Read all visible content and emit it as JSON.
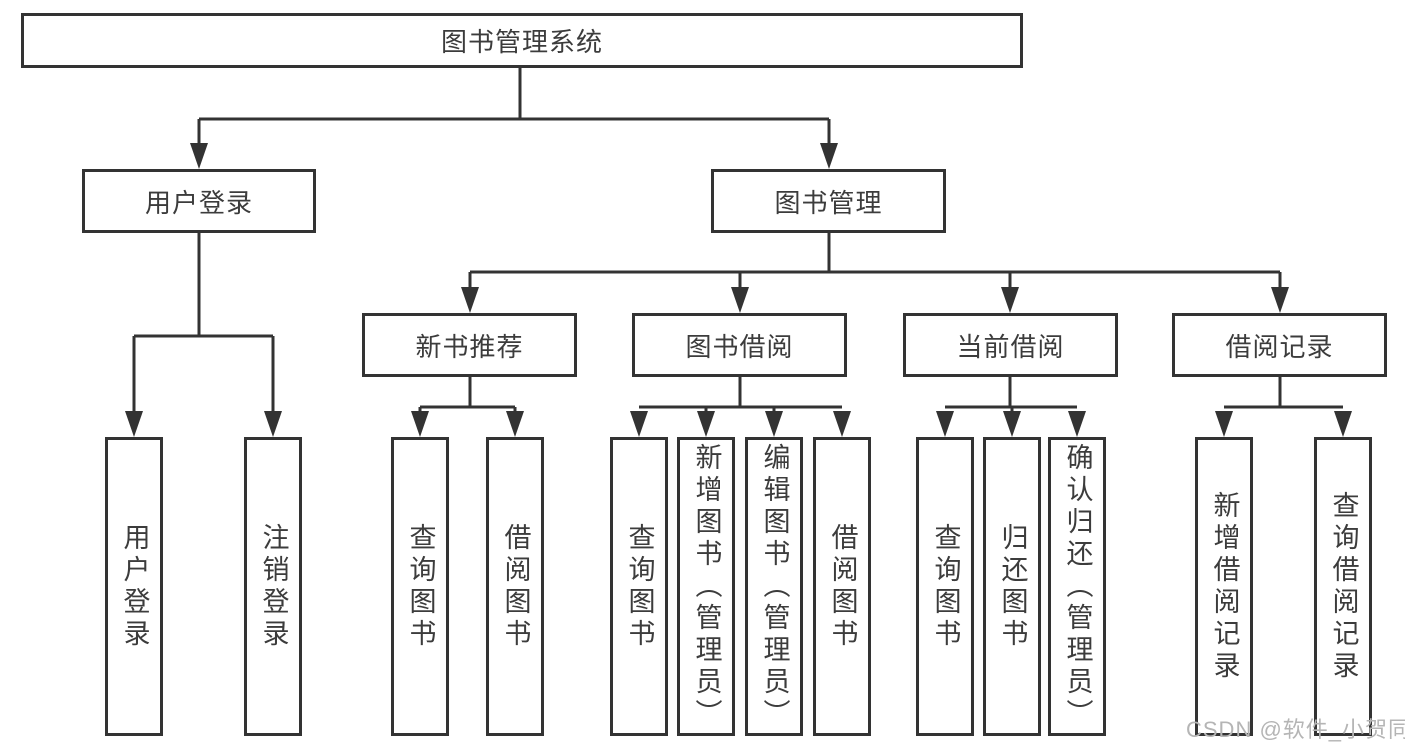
{
  "diagram": {
    "root": {
      "label": "图书管理系统",
      "children": [
        {
          "label": "用户登录",
          "children": [
            {
              "label": "用户登录"
            },
            {
              "label": "注销登录"
            }
          ]
        },
        {
          "label": "图书管理",
          "children": [
            {
              "label": "新书推荐",
              "children": [
                {
                  "label": "查询图书"
                },
                {
                  "label": "借阅图书"
                }
              ]
            },
            {
              "label": "图书借阅",
              "children": [
                {
                  "label": "查询图书"
                },
                {
                  "label": "新增图书（管理员）"
                },
                {
                  "label": "编辑图书（管理员）"
                },
                {
                  "label": "借阅图书"
                }
              ]
            },
            {
              "label": "当前借阅",
              "children": [
                {
                  "label": "查询图书"
                },
                {
                  "label": "归还图书"
                },
                {
                  "label": "确认归还（管理员）"
                }
              ]
            },
            {
              "label": "借阅记录",
              "children": [
                {
                  "label": "新增借阅记录"
                },
                {
                  "label": "查询借阅记录"
                }
              ]
            }
          ]
        }
      ]
    }
  },
  "watermark": "CSDN @软件_小贺同学",
  "colors": {
    "line": "#333333",
    "text": "#3c3c3c",
    "watermark": "#b5b5b5",
    "background": "#ffffff"
  }
}
